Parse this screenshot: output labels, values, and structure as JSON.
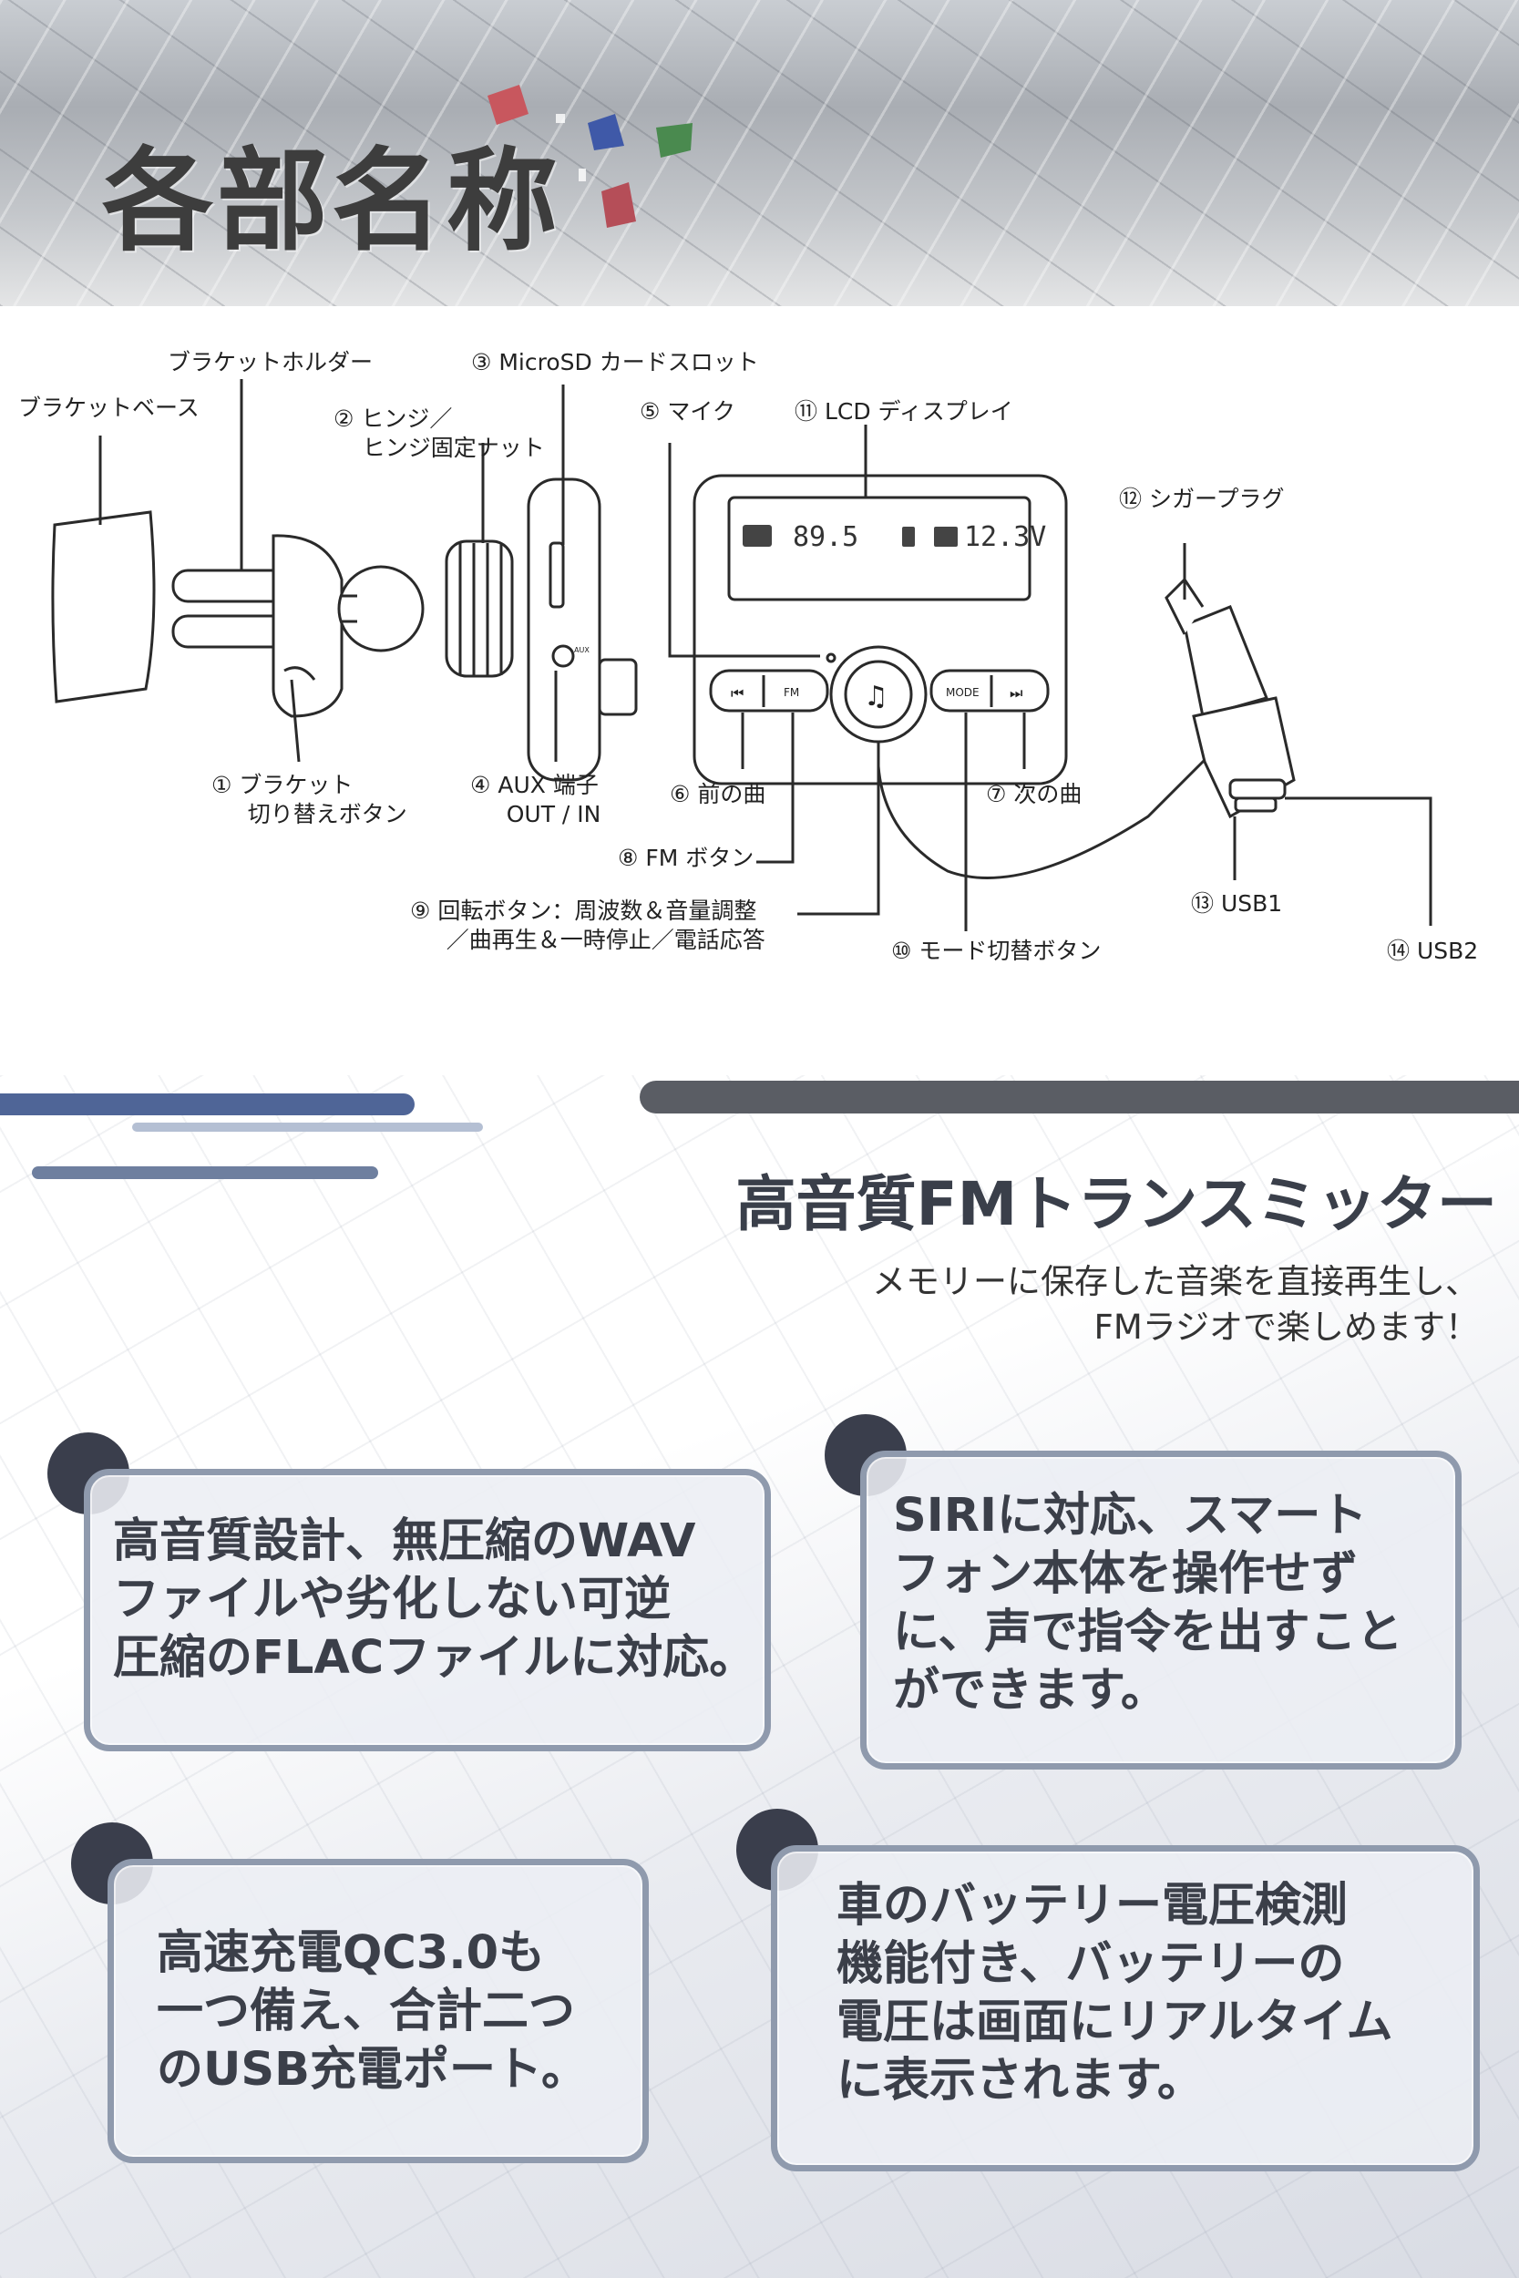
{
  "header": {
    "title": "各部名称"
  },
  "diagram": {
    "labels": {
      "bracket_base": "ブラケットベース",
      "bracket_holder": "ブラケットホルダー",
      "hinge": "② ヒンジ／\n    ヒンジ固定ナット",
      "microsd": "③ MicroSD カードスロット",
      "mic": "⑤ マイク",
      "lcd": "⑪ LCD ディスプレイ",
      "cigar": "⑫ シガープラグ",
      "bracket_button": "① ブラケット\n     切り替えボタン",
      "aux": "④ AUX 端子\n     OUT / IN",
      "prev": "⑥ 前の曲",
      "next": "⑦ 次の曲",
      "fm_button": "⑧ FM ボタン",
      "rotary": "⑨ 回転ボタン：周波数＆音量調整\n     ／曲再生＆一時停止／電話応答",
      "mode_button": "⑩ モード切替ボタン",
      "usb1": "⑬ USB1",
      "usb2": "⑭ USB2"
    },
    "lcd_readout": "89.5",
    "lcd_voltage": "12.3V",
    "button_fm": "FM",
    "button_mode": "MODE",
    "aux_small": "AUX"
  },
  "feature": {
    "title": "高音質FMトランスミッター",
    "subtitle": "メモリーに保存した音楽を直接再生し、\nFMラジオで楽しめます！",
    "items": [
      {
        "text": "高音質設計、無圧縮のWAV\nファイルや劣化しない可逆\n圧縮のFLACファイルに対応。"
      },
      {
        "text": "SIRIに対応、スマート\nフォン本体を操作せず\nに、声で指令を出すこと\nができます。"
      },
      {
        "text": "高速充電QC3.0も\n一つ備え、合計二つ\nのUSB充電ポート。"
      },
      {
        "text": "車のバッテリー電圧検測\n機能付き、バッテリーの\n電圧は画面にリアルタイム\nに表示されます。"
      }
    ]
  },
  "colors": {
    "box_border": "#8f9aad",
    "dot": "#3a3e4c",
    "bar_blue": "#4f6597",
    "bar_dark": "#5a5d64",
    "bar_light": "#b4bfd3"
  }
}
